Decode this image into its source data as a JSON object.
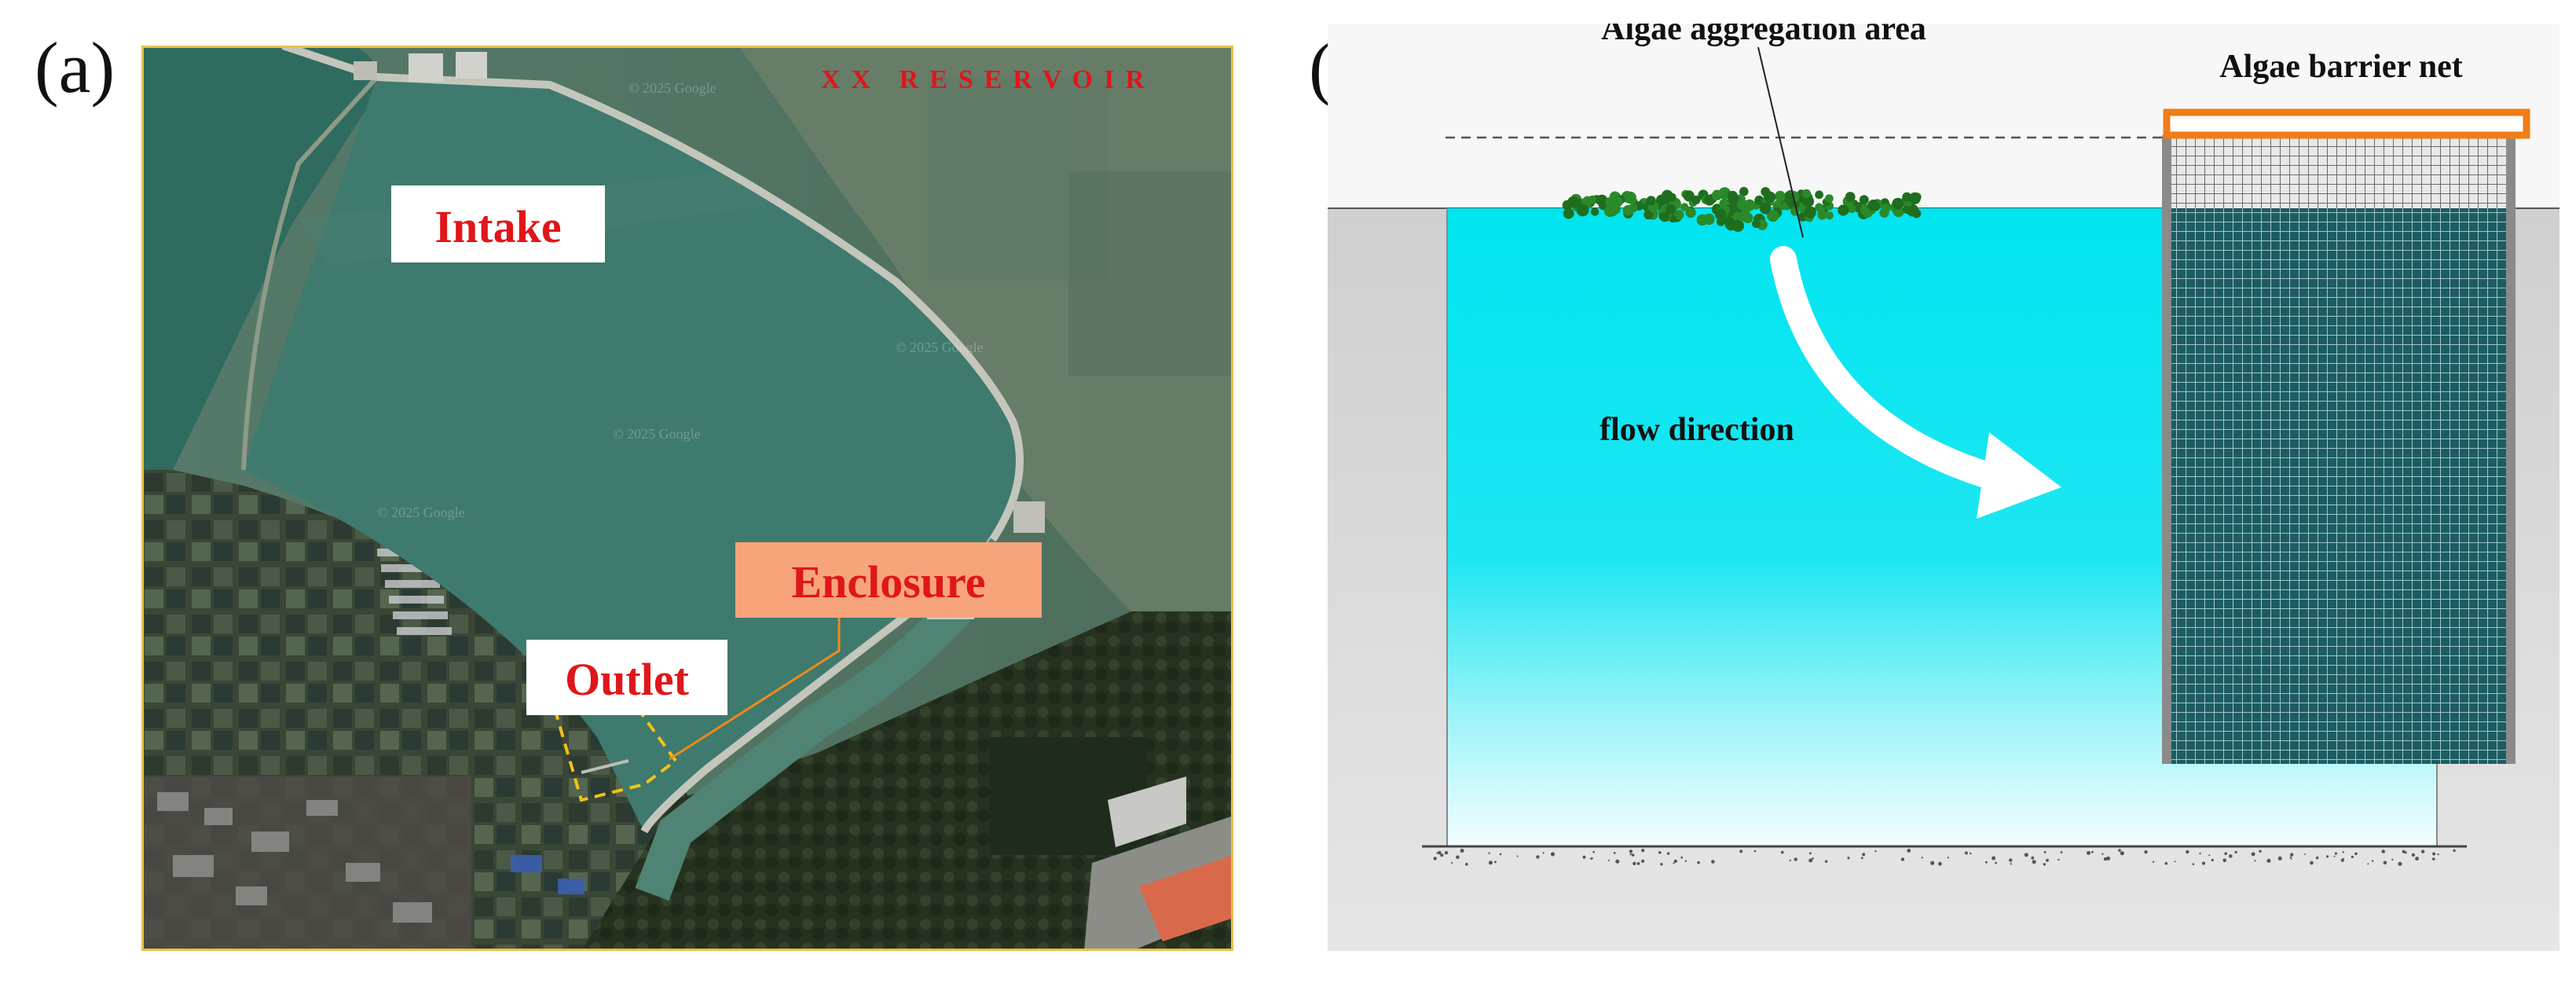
{
  "panel_a": {
    "letter": "(a)",
    "reservoir_label": "XX  RESERVOIR",
    "watermarks": [
      "© 2025 Google",
      "© 2025 Google",
      "© 2025 Google",
      "© 2025 Google"
    ],
    "labels": {
      "intake": "Intake",
      "enclosure": "Enclosure",
      "outlet": "Outlet"
    },
    "colors": {
      "label_text": "#e0161a",
      "enclosure_fill": "#f7a47a",
      "leader_line": "#f08a1a",
      "enclosure_dash": "#f2c21a",
      "water": "#3f7a6e",
      "frame": "#e8c14a"
    }
  },
  "panel_b": {
    "letter": "(b)",
    "labels": {
      "algae_area": "Algae aggregation area",
      "barrier_net": "Algae barrier net",
      "flow": "flow direction"
    },
    "colors": {
      "water": "#00e5f0",
      "ground": "#d4d4d4",
      "net_frame": "#f07d16",
      "algae": "#2a8a2a",
      "net": "#1d5c63"
    }
  }
}
